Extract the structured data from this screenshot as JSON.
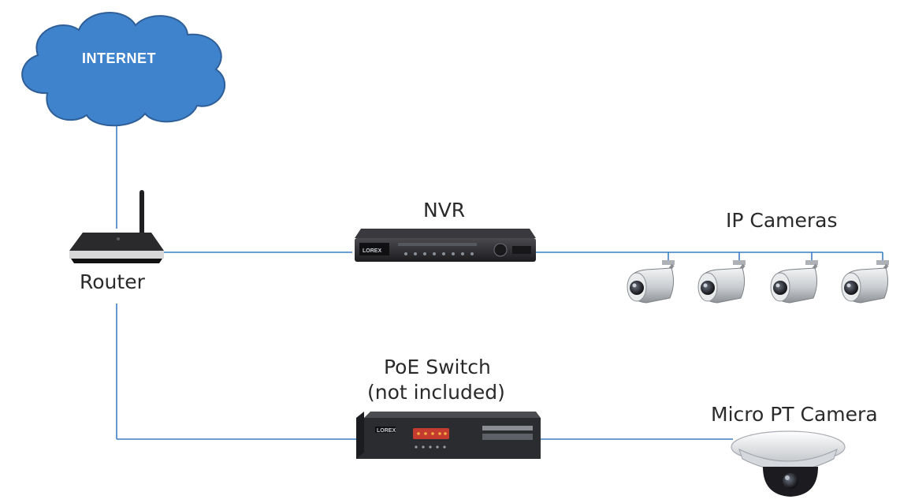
{
  "diagram": {
    "cloud_label": "INTERNET",
    "router_label": "Router",
    "nvr_label": "NVR",
    "ip_cameras_label": "IP Cameras",
    "poe_switch_label_line1": "PoE Switch",
    "poe_switch_label_line2": "(not included)",
    "micro_pt_camera_label": "Micro PT Camera",
    "nvr_brand": "LOREX",
    "switch_brand": "LOREX",
    "colors": {
      "cloud_fill": "#3f83cc",
      "cloud_stroke": "#2f5f99",
      "link_line": "#3d7fc1",
      "device_dark": "#2a2a2d",
      "camera_body": "#d6d9dc"
    },
    "icons": [
      "cloud-icon",
      "router-icon",
      "nvr-icon",
      "ip-camera-icon",
      "poe-switch-icon",
      "micro-pt-camera-icon"
    ]
  }
}
